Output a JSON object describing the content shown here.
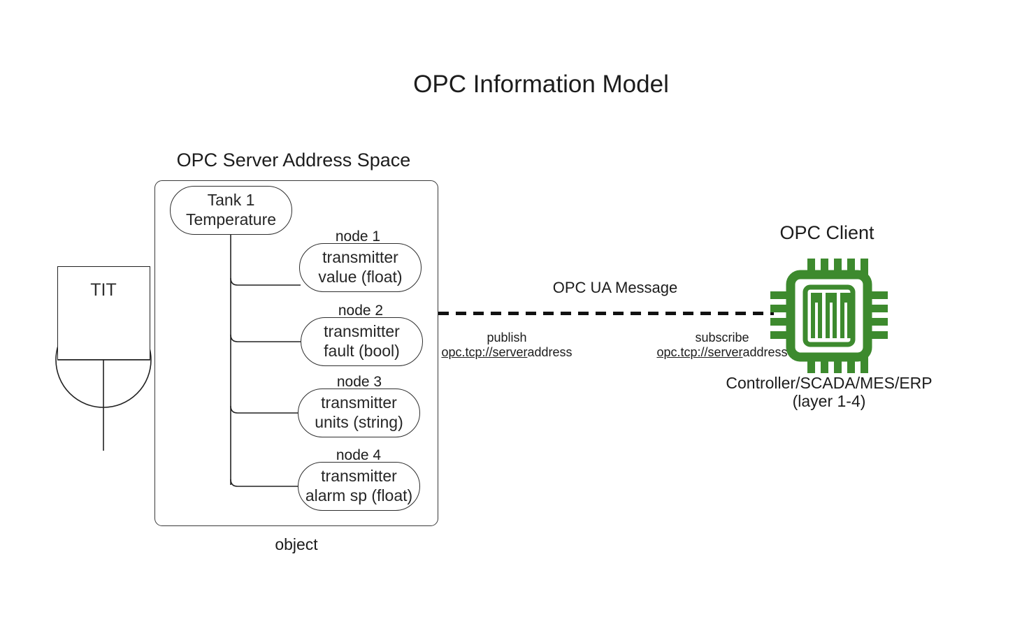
{
  "title": "OPC Information Model",
  "colors": {
    "chip_green": "#3d8a2e",
    "stroke": "#2e2e2e",
    "text": "#1c1c1c",
    "background": "#ffffff"
  },
  "server": {
    "heading": "OPC Server Address Space",
    "container_caption": "object",
    "root_node": {
      "line1": "Tank 1",
      "line2": "Temperature"
    },
    "nodes": [
      {
        "tag": "node 1",
        "line1": "transmitter",
        "line2": "value (float)"
      },
      {
        "tag": "node 2",
        "line1": "transmitter",
        "line2": "fault (bool)"
      },
      {
        "tag": "node 3",
        "line1": "transmitter",
        "line2": "units (string)"
      },
      {
        "tag": "node 4",
        "line1": "transmitter",
        "line2": "alarm sp (float)"
      }
    ]
  },
  "instrument": {
    "tag": "TIT"
  },
  "link": {
    "message_label": "OPC UA Message",
    "publish": {
      "action": "publish",
      "url_link": "opc.tcp://server",
      "url_plain": "address"
    },
    "subscribe": {
      "action": "subscribe",
      "url_link": "opc.tcp://server",
      "url_plain": "address"
    }
  },
  "client": {
    "heading": "OPC Client",
    "icon": "cpu-chip-icon",
    "caption_line1": "Controller/SCADA/MES/ERP",
    "caption_line2": "(layer 1-4)"
  }
}
